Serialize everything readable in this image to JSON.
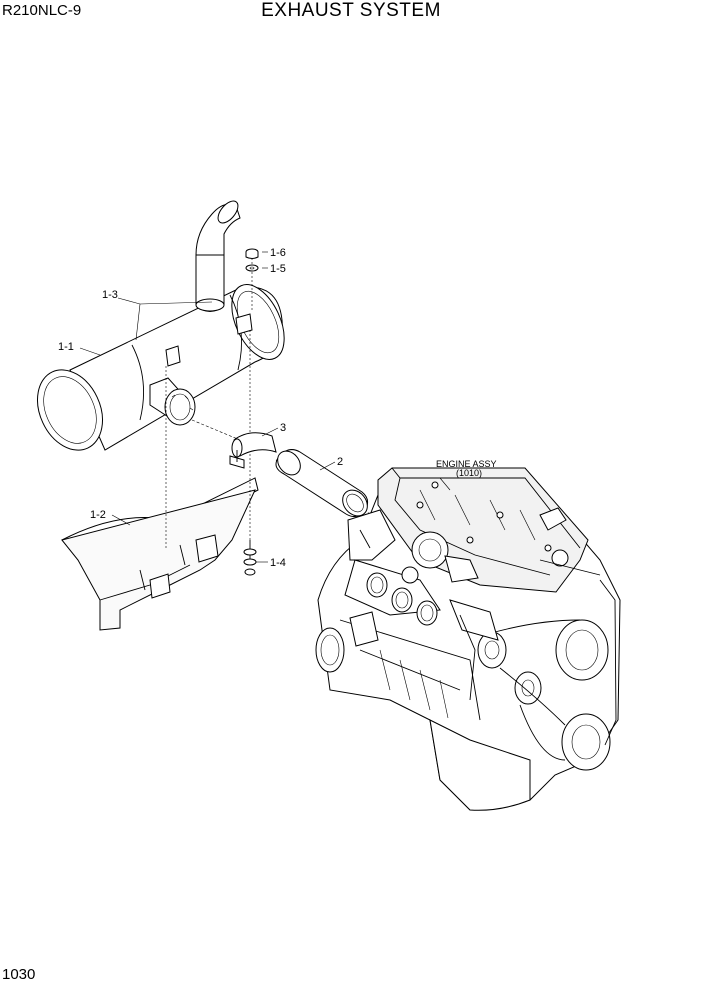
{
  "header": {
    "model": "R210NLC-9",
    "title": "EXHAUST SYSTEM"
  },
  "footer": {
    "page_number": "1030"
  },
  "callouts": {
    "c_1_1": "1-1",
    "c_1_2": "1-2",
    "c_1_3": "1-3",
    "c_1_4": "1-4",
    "c_1_5": "1-5",
    "c_1_6": "1-6",
    "c_2": "2",
    "c_3": "3"
  },
  "engine_label": {
    "name": "ENGINE ASSY",
    "ref": "(1010)"
  }
}
